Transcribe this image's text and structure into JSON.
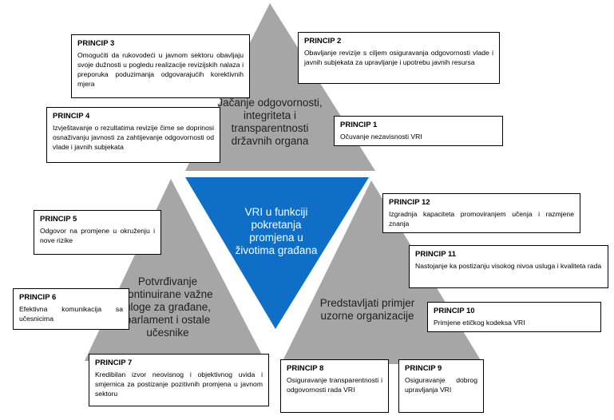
{
  "colors": {
    "gray_triangle": "#a6a6a6",
    "blue_triangle": "#0f6fc6",
    "box_border": "#000000"
  },
  "triangles": {
    "top": "Jačanje odgovornosti, integriteta i transparentnosti državnih organa",
    "left": "Potvrđivanje kontinuirane važne uloge za građane, parlament i ostale učesnike",
    "right": "Predstavljati primjer uzorne organizacije",
    "center": "VRI u funkciji pokretanja promjena u životima građana"
  },
  "principles": [
    {
      "title": "PRINCIP 1",
      "text": "Očuvanje nezavisnosti VRI"
    },
    {
      "title": "PRINCIP 2",
      "text": "Obavljanje revizije s ciljem osiguravanja odgovornosti vlade i javnih subjekata za upravljanje i upotrebu javnih resursa"
    },
    {
      "title": "PRINCIP 3",
      "text": "Omogućiti da rukovodeći u javnom sektoru obavljaju svoje dužnosti u pogledu realizacije revizijskih nalaza i preporuka poduzimanja odgovarajućih korektivnih mjera"
    },
    {
      "title": "PRINCIP 4",
      "text": "Izvještavanje o rezultatima revizije čime se doprinosi osnaživanju javnosti za zahtijevanje odgovornosti od vlade i javnih subjekata"
    },
    {
      "title": "PRINCIP 5",
      "text": "Odgovor na promjene u okruženju i nove rizike"
    },
    {
      "title": "PRINCIP 6",
      "text": "Efektivna komunikacija sa učesnicima"
    },
    {
      "title": "PRINCIP 7",
      "text": "Kredibilan izvor neovisnog i objektivnog uvida i smjernica za postizanje pozitivnih promjena u javnom sektoru"
    },
    {
      "title": "PRINCIP 8",
      "text": "Osiguravanje transparentnosti i odgovornosti rada VRI"
    },
    {
      "title": "PRINCIP 9",
      "text": "Osiguravanje dobrog upravljanja VRI"
    },
    {
      "title": "PRINCIP 10",
      "text": "Primjene etičkog kodeksa VRI"
    },
    {
      "title": "PRINCIP 11",
      "text": "Nastojanje ka postizanju visokog nivoa usluga i kvaliteta rada"
    },
    {
      "title": "PRINCIP 12",
      "text": "Izgradnja kapaciteta promoviranjem učenja i razmjene znanja"
    }
  ]
}
